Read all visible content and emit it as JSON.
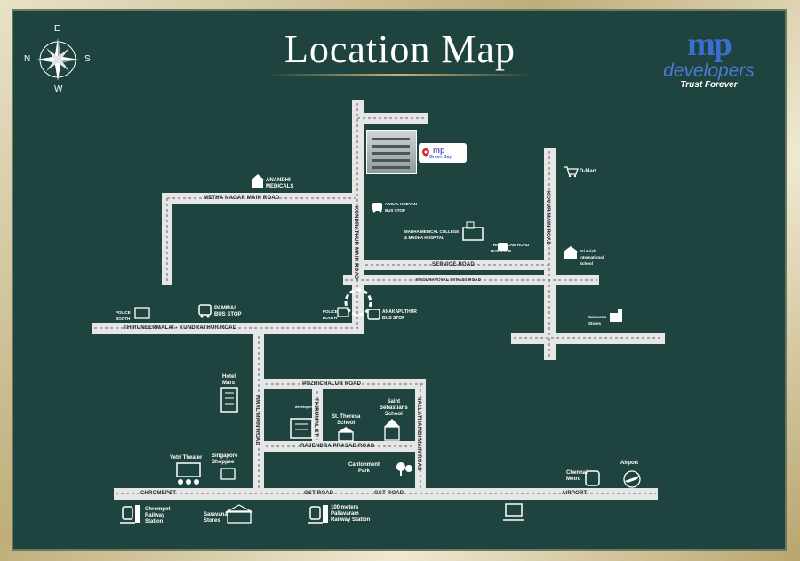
{
  "title": "Location Map",
  "brand": {
    "initials_a": "m",
    "initials_b": "p",
    "name": "developers",
    "tagline": "Trust Forever"
  },
  "compass": {
    "n": "N",
    "e": "E",
    "s": "S",
    "w": "W"
  },
  "marker": {
    "brand": "mp",
    "label": "Green Bay"
  },
  "roads": {
    "metha_nagar": "METHA NAGAR MAIN ROAD",
    "kundrathur": "KUNDRATHUR MAIN ROAD",
    "service": "SERVICE ROAD",
    "madhuravoyal": "MADURAVOYAL BYPASS ROAD",
    "kovur": "KOVUR MAIN ROAD",
    "thiruneermalai": "THIRUNEERMALAI - KUNDRATHUR ROAD",
    "pozhichalur": "POZHICHALUR ROAD",
    "mmal": "MMAL MAIN ROAD",
    "thirumal": "THIRUMAL ST",
    "nallathambi": "NALLATHAMBI MAIN ROAD",
    "rajendra": "RAJENDRA PRASAD ROAD",
    "chrompet": "CHROMEPET",
    "gst1": "GST ROAD",
    "gst2": "GST ROAD",
    "airport_road": "AIRPORT"
  },
  "landmarks": {
    "anandhi": "ANANDHI\nMEDICALS",
    "anjal": "ANGAL KUDYAN\nBUS STOP",
    "madha": "MADHA MEDICAL COLLEGE\n& MADHA HOSPITAL",
    "thandalam": "THANDALAM ROAD\nBUS STOP",
    "dmart": "D-Mart",
    "sri_krish": "Sri Krish\nInternational\nSchool",
    "saravana_hyd": "Saravana\nStores",
    "police_left": "POLICE\nBOOTH",
    "pammal": "PAMMAL\nBUS STOP",
    "police_mid": "POLICE\nBOOTH",
    "anakaputhur": "ANAKAPUTHUR\nBUS STOP",
    "hotel": "Hotel\nMars",
    "st_theresa": "St. Theresa\nSchool",
    "saint_seb": "Saint\nSebastians\nSchool",
    "cantonment": "Cantonment\nPark",
    "vetri": "Vetri Theater",
    "singapore": "Singapore\nShoppee",
    "chrompet_rly": "Chrompet\nRailway\nStation",
    "saravana": "Saravana\nStores",
    "pallavaram": "100 meters\nPallavaram\nRailway Station",
    "chennai_metro": "Chennai\nMetro",
    "airport": "Airport",
    "devpts": "developers"
  },
  "colors": {
    "board": "#1f4440",
    "road": "#e6e6e6",
    "frame": "#c9b176",
    "brand_purple": "#7b5fd1",
    "brand_blue": "#3b6ed1",
    "marker_red": "#d82828"
  },
  "icons": [
    "compass-icon",
    "map-pin-icon",
    "bus-icon",
    "hospital-icon",
    "school-icon",
    "train-icon",
    "store-icon",
    "theater-icon",
    "plane-icon",
    "metro-icon",
    "police-icon",
    "park-icon",
    "cart-icon",
    "hotel-icon"
  ]
}
